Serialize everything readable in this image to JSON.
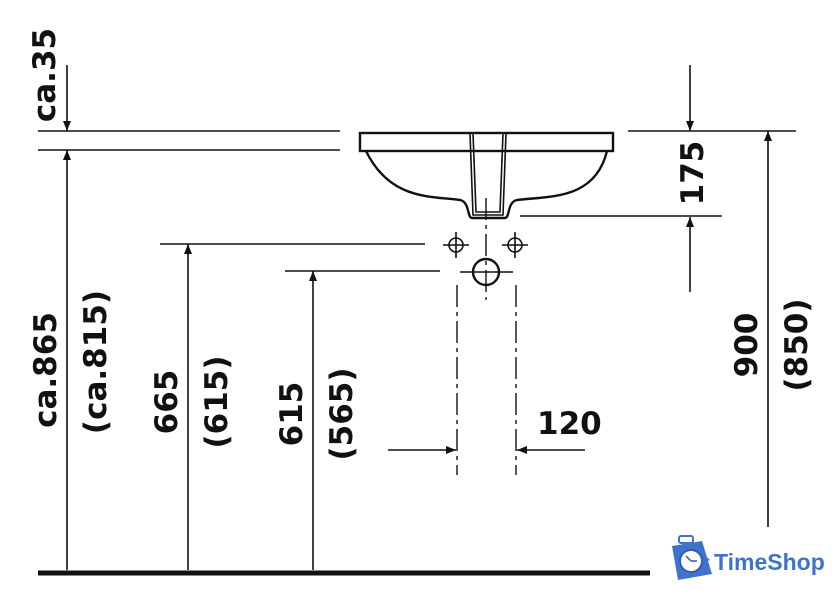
{
  "dimensions": {
    "overflow_height": "ca.35",
    "overall_height": "ca.865",
    "overall_height_alt": "(ca.815)",
    "supply_height": "665",
    "supply_height_alt": "(615)",
    "drain_height": "615",
    "drain_height_alt": "(565)",
    "basin_depth": "175",
    "counter_height": "900",
    "counter_height_alt": "(850)",
    "pipe_spacing": "120"
  },
  "logo": {
    "text": "TimeShop",
    "color": "#3f73c9"
  }
}
